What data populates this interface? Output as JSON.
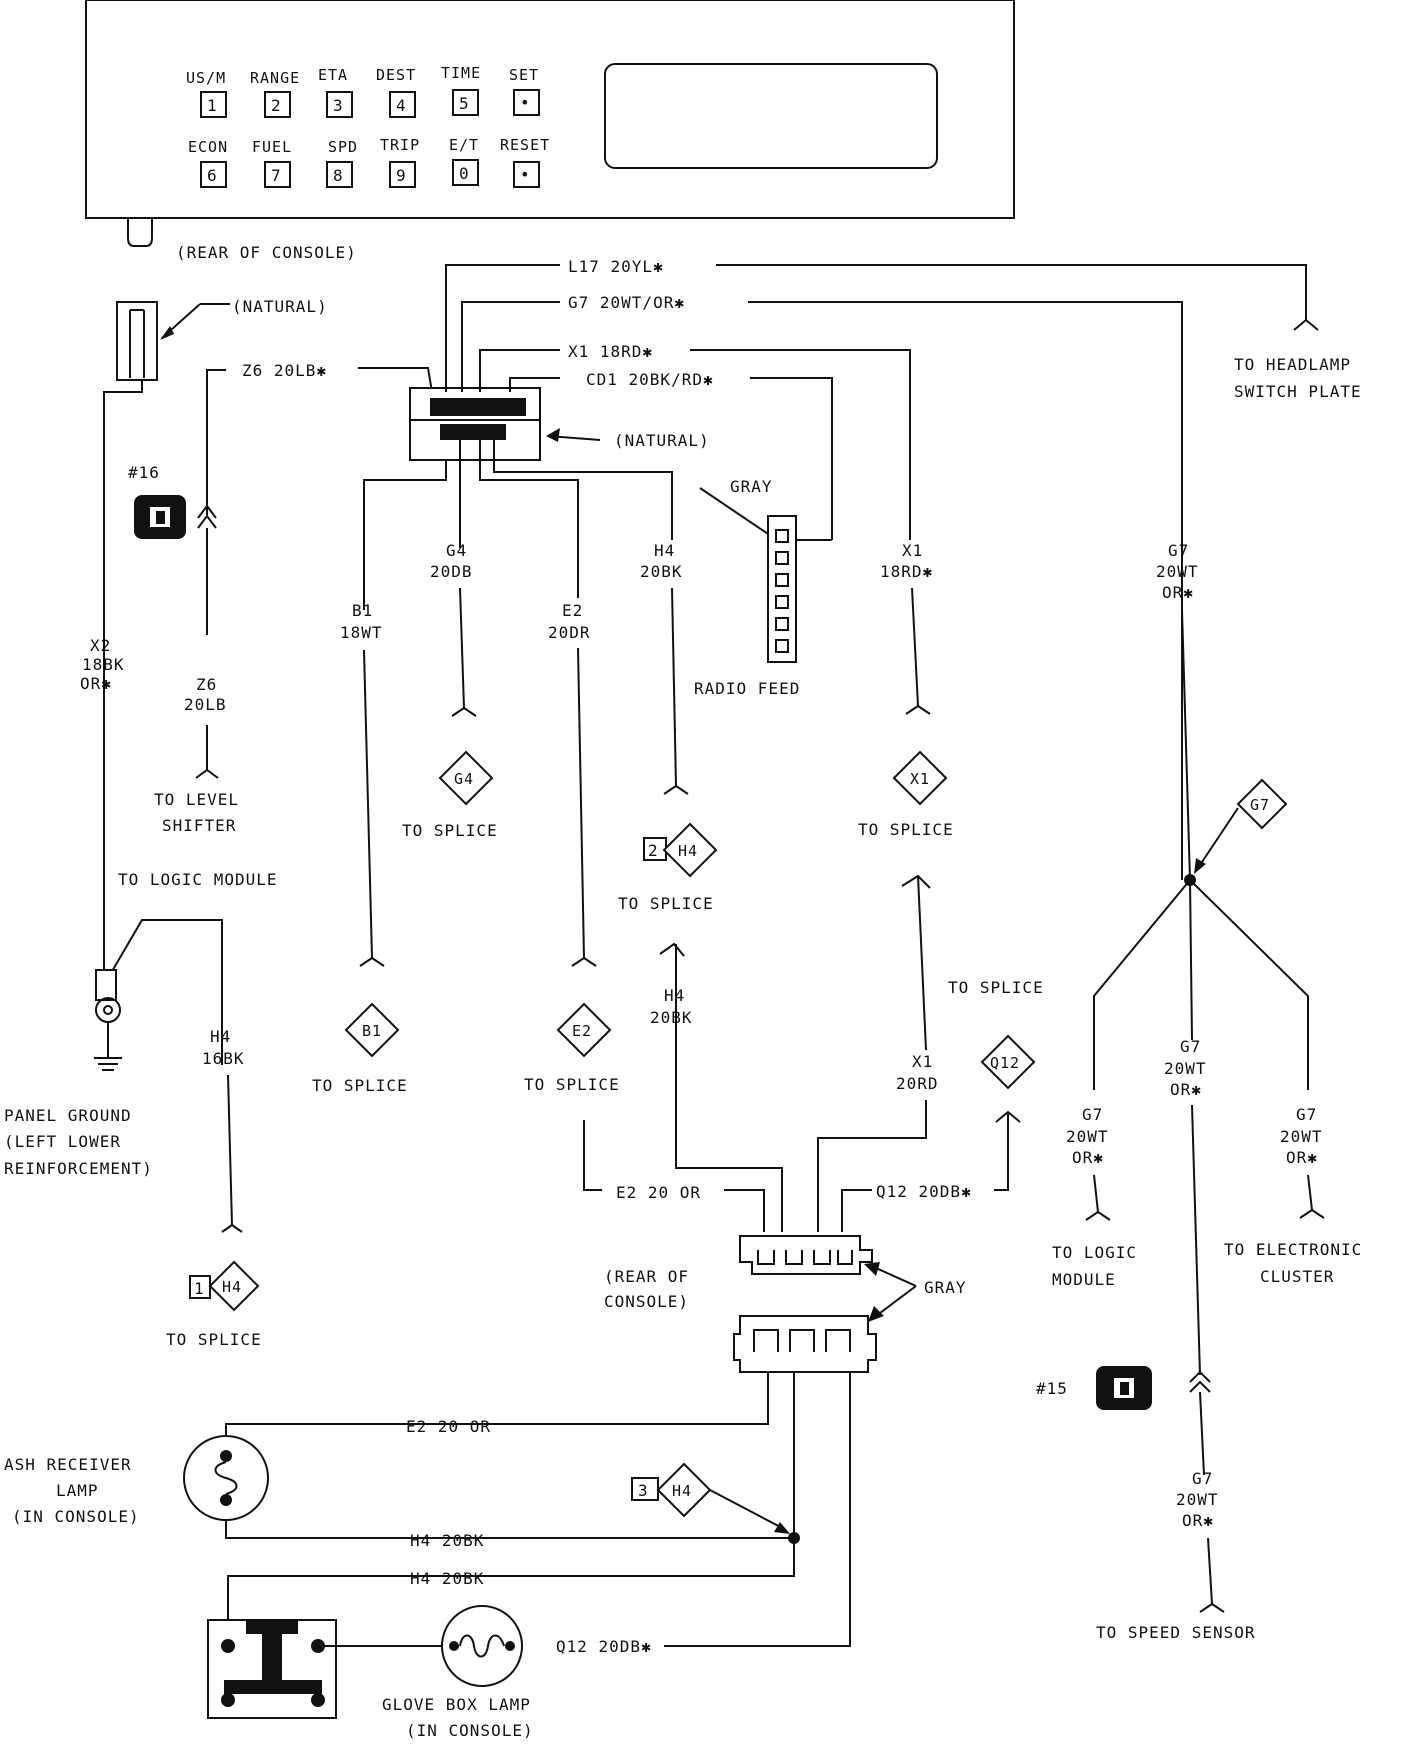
{
  "console": {
    "buttons_top": [
      {
        "label": "US/M",
        "key": "1"
      },
      {
        "label": "RANGE",
        "key": "2"
      },
      {
        "label": "ETA",
        "key": "3"
      },
      {
        "label": "DEST",
        "key": "4"
      },
      {
        "label": "TIME",
        "key": "5"
      },
      {
        "label": "SET",
        "key": "•"
      }
    ],
    "buttons_bottom": [
      {
        "label": "ECON",
        "key": "6"
      },
      {
        "label": "FUEL",
        "key": "7"
      },
      {
        "label": "SPD",
        "key": "8"
      },
      {
        "label": "TRIP",
        "key": "9"
      },
      {
        "label": "E/T",
        "key": "0"
      },
      {
        "label": "RESET",
        "key": "•"
      }
    ],
    "rear_label": "(REAR OF CONSOLE)"
  },
  "labels": {
    "natural_top": "(NATURAL)",
    "natural_main": "(NATURAL)",
    "l17": "L17 20YL✱",
    "g7_top": "G7 20WT/OR✱",
    "x1_top": "X1 18RD✱",
    "cd1": "CD1 20BK/RD✱",
    "z6_top": "Z6 20LB✱",
    "headlamp_1": "TO HEADLAMP",
    "headlamp_2": "SWITCH PLATE",
    "gray_top": "GRAY",
    "radio_feed": "RADIO FEED",
    "ref16": "#16",
    "ref15": "#15",
    "x2_1": "X2",
    "x2_2": "18BK",
    "x2_3": "OR✱",
    "z6_1": "Z6",
    "z6_2": "20LB",
    "level_1": "TO LEVEL",
    "level_2": "SHIFTER",
    "to_logic_top": "TO LOGIC MODULE",
    "b1_1": "B1",
    "b1_2": "18WT",
    "g4_1": "G4",
    "g4_2": "20DB",
    "e2_1": "E2",
    "e2_2": "20DR",
    "h4_1": "H4",
    "h4_2": "20BK",
    "x1_1": "X1",
    "x1_2": "18RD✱",
    "g7_1": "G7",
    "g7_2": "20WT",
    "g7_3": "OR✱",
    "to_splice": "TO SPLICE",
    "h4_mid_1": "H4",
    "h4_mid_2": "20BK",
    "x1_low_1": "X1",
    "x1_low_2": "20RD",
    "h4_left_1": "H4",
    "h4_left_2": "16BK",
    "panel_1": "PANEL GROUND",
    "panel_2": "(LEFT LOWER",
    "panel_3": "REINFORCEMENT)",
    "e2_20or": "E2 20 OR",
    "q12_20db": "Q12 20DB✱",
    "rear_console_1": "(REAR OF",
    "rear_console_2": "CONSOLE)",
    "gray_bottom": "GRAY",
    "g7b_1": "G7",
    "g7b_2": "20WT",
    "g7b_3": "OR✱",
    "logic_1": "TO LOGIC",
    "logic_2": "MODULE",
    "elec_1": "TO ELECTRONIC",
    "elec_2": "CLUSTER",
    "e2_20or_low": "E2 20 OR",
    "h4_20bk_a": "H4 20BK",
    "h4_20bk_b": "H4 20BK",
    "q12_low": "Q12 20DB✱",
    "ash_1": "ASH RECEIVER",
    "ash_2": "LAMP",
    "ash_3": "(IN CONSOLE)",
    "glove_1": "GLOVE BOX LAMP",
    "glove_2": "(IN CONSOLE)",
    "speed_sensor": "TO SPEED SENSOR"
  },
  "splices": {
    "g4": "G4",
    "x1": "X1",
    "h4": "H4",
    "g7": "G7",
    "b1": "B1",
    "e2": "E2",
    "q12": "Q12",
    "h4_2_num": "2",
    "h4_1_num": "1",
    "h4_3_num": "3"
  }
}
